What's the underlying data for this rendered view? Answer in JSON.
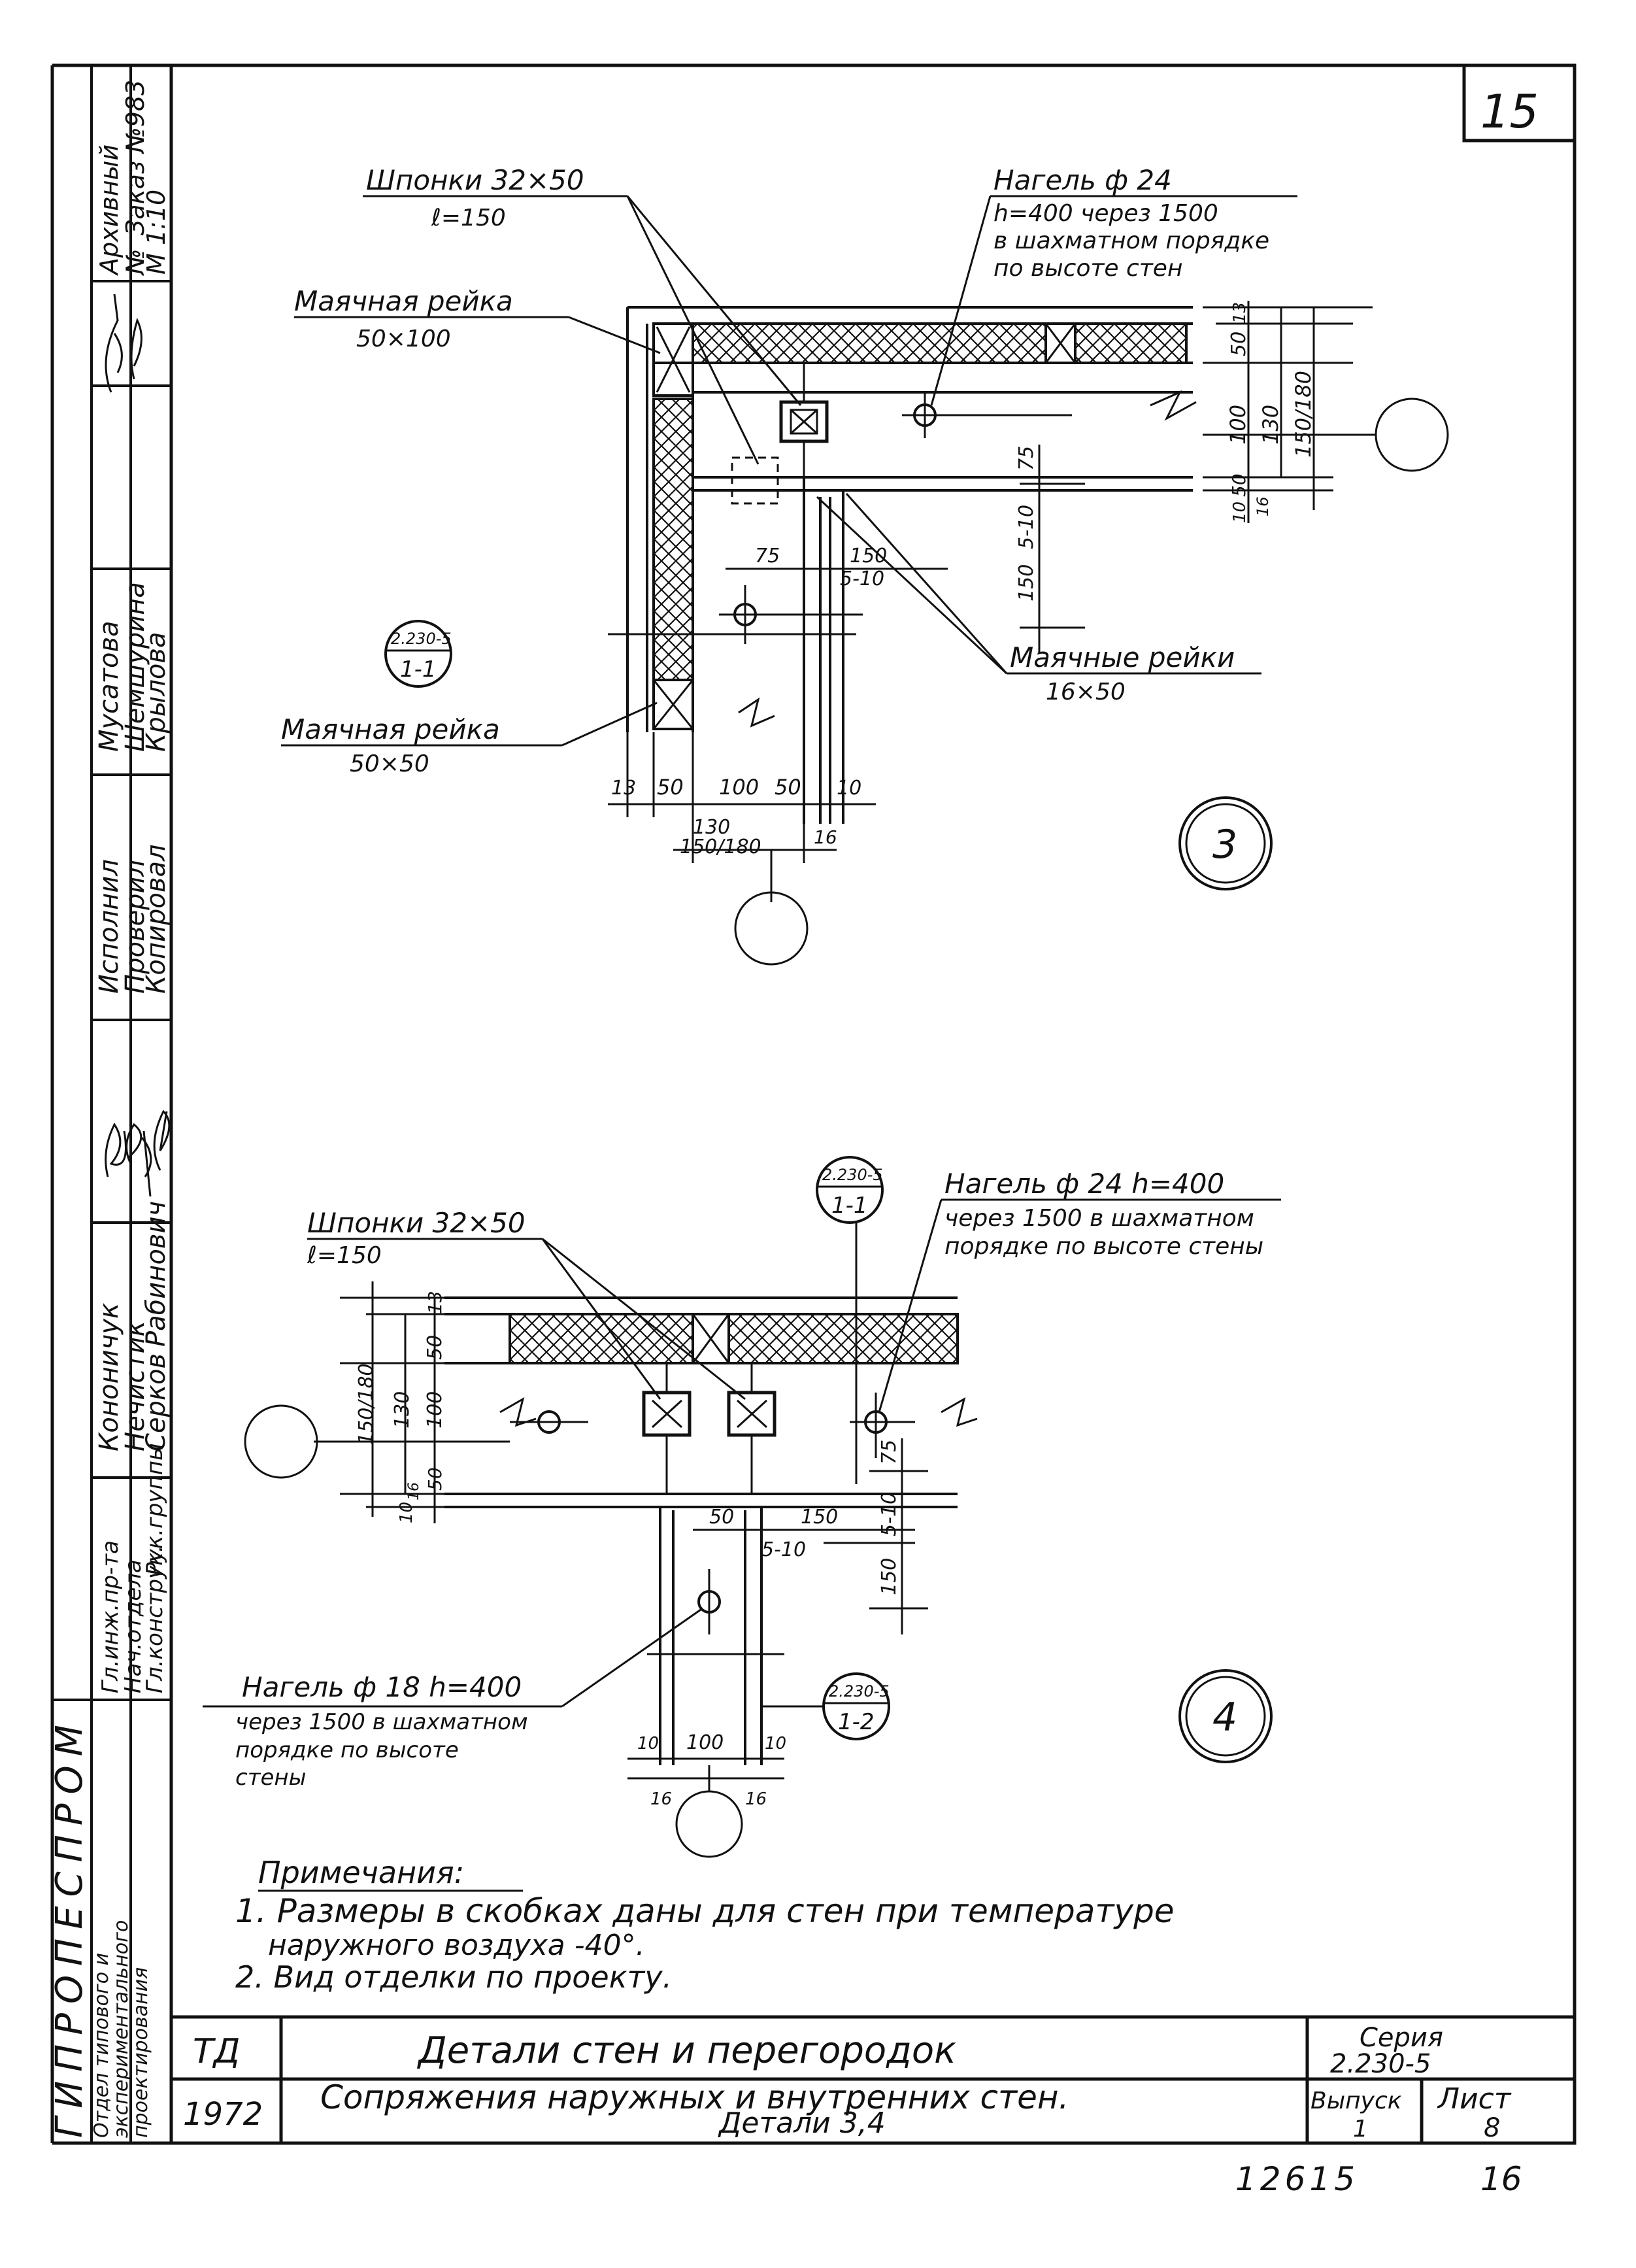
{
  "sheet": {
    "number": "15",
    "bottom_code": "12615",
    "bottom_page": "16"
  },
  "side_stamp": {
    "org": "ГИПРОПЕСПРОМ",
    "dept": [
      "Отдел типового и",
      "экспериментального",
      "проектирования"
    ],
    "roles": [
      "Гл.инж.пр-та",
      "Нач.отдела",
      "Гл.конструк.",
      "Рук.группы",
      "Исполнил",
      "Проверил",
      "Копировал"
    ],
    "names": [
      "Кононичук",
      "Нечистик",
      "Серков",
      "Рабинович",
      "Мусатова",
      "Шемшурина",
      "Крылова"
    ],
    "archive": [
      "Архивный",
      "№",
      "Заказ №983",
      "М 1:10"
    ]
  },
  "detail3": {
    "shponki": "Шпонки 32×50",
    "shponki_l": "ℓ=150",
    "nagel": "Нагель ф 24",
    "nagel_2": "h=400 через 1500",
    "nagel_3": "в шахматном порядке",
    "nagel_4": "по высоте стен",
    "mayak1": "Маячная рейка",
    "mayak1_size": "50×100",
    "mayak2": "Маячная рейка",
    "mayak2_size": "50×50",
    "mayak3": "Маячные рейки",
    "mayak3_size": "16×50",
    "section_ref": "2.230-5",
    "section_id": "1-1",
    "detail_no": "3",
    "dims_right": [
      "50",
      "13",
      "100",
      "130",
      "150/180",
      "10",
      "50",
      "16"
    ],
    "dims_bottom": [
      "13",
      "50",
      "100",
      "50",
      "10",
      "130",
      "150/180",
      "16"
    ],
    "dims_mid": [
      "75",
      "150",
      "5-10",
      "75",
      "150",
      "5-10"
    ]
  },
  "detail4": {
    "shponki": "Шпонки 32×50",
    "shponki_l": "ℓ=150",
    "nagel": "Нагель ф 24 h=400",
    "nagel_2": "через 1500 в шахматном",
    "nagel_3": "порядке по высоте стены",
    "nagel18": "Нагель ф 18 h=400",
    "nagel18_2": "через 1500 в шахматном",
    "nagel18_3": "порядке по высоте",
    "nagel18_4": "стены",
    "sec1_ref": "2.230-5",
    "sec1_id": "1-1",
    "sec2_ref": "2.230-5",
    "sec2_id": "1-2",
    "detail_no": "4",
    "dims_left": [
      "13",
      "50",
      "100",
      "130",
      "150/180",
      "50",
      "10",
      "16"
    ],
    "dims_mid": [
      "50",
      "150",
      "5-10",
      "75",
      "150",
      "5-10"
    ],
    "dims_bottom": [
      "10",
      "100",
      "10",
      "16",
      "16"
    ]
  },
  "notes": {
    "title": "Примечания:",
    "items": [
      "1. Размеры в скобках даны для стен при температуре",
      "наружного воздуха -40°.",
      "2. Вид отделки по проекту."
    ]
  },
  "title_block": {
    "td": "ТД",
    "year": "1972",
    "title": "Детали стен и перегородок",
    "subtitle": "Сопряжения наружных и внутренних стен.",
    "subtitle2": "Детали 3,4",
    "series_label": "Серия",
    "series_value": "2.230-5",
    "issue_label": "Выпуск",
    "issue_value": "1",
    "sheet_label": "Лист",
    "sheet_value": "8"
  }
}
